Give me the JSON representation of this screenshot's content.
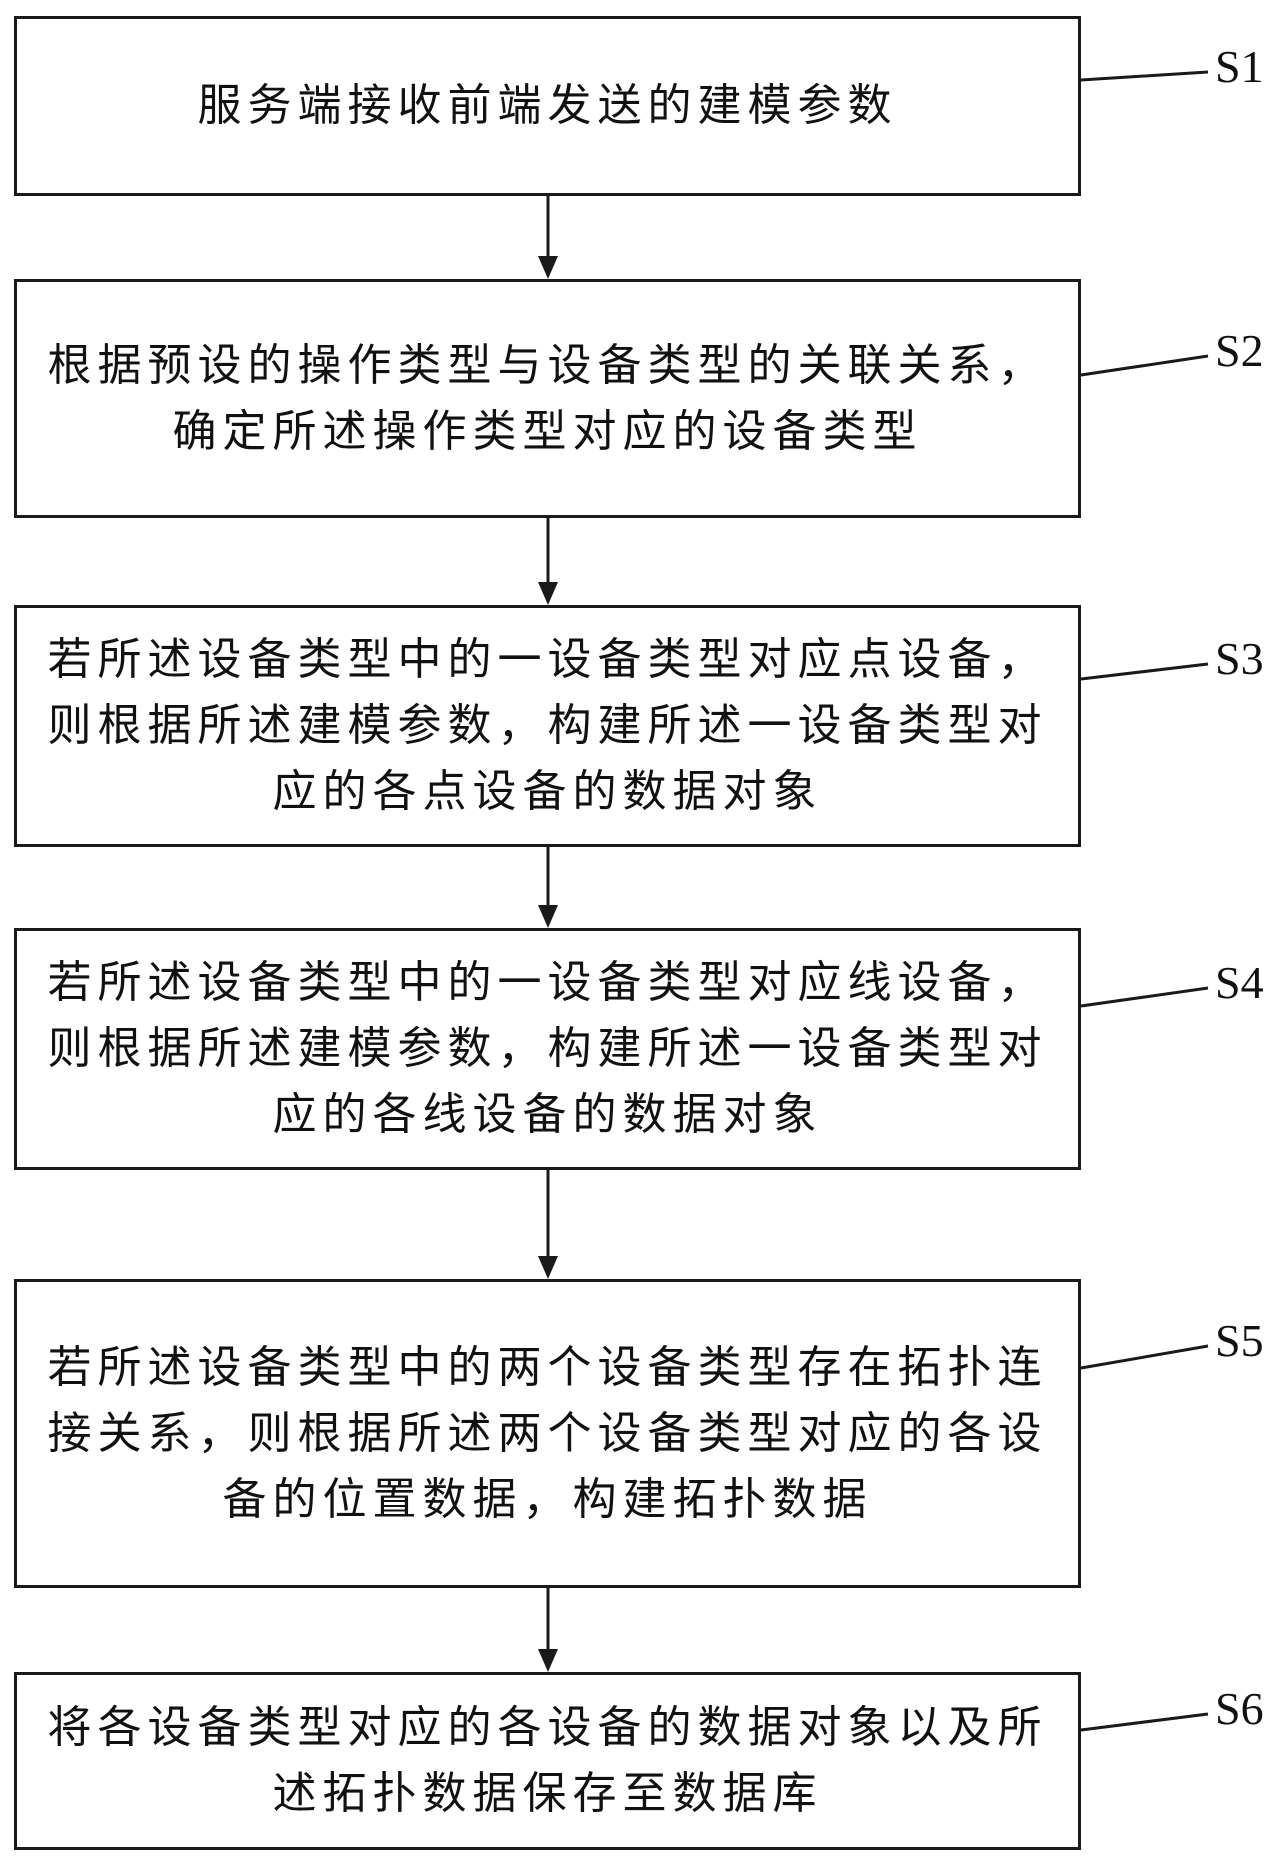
{
  "steps": [
    {
      "id": "S1",
      "text": "服务端接收前端发送的建模参数"
    },
    {
      "id": "S2",
      "text": "根据预设的操作类型与设备类型的关联关系，确定所述操作类型对应的设备类型"
    },
    {
      "id": "S3",
      "text": "若所述设备类型中的一设备类型对应点设备，则根据所述建模参数，构建所述一设备类型对应的各点设备的数据对象"
    },
    {
      "id": "S4",
      "text": "若所述设备类型中的一设备类型对应线设备，则根据所述建模参数，构建所述一设备类型对应的各线设备的数据对象"
    },
    {
      "id": "S5",
      "text": "若所述设备类型中的两个设备类型存在拓扑连接关系，则根据所述两个设备类型对应的各设备的位置数据，构建拓扑数据"
    },
    {
      "id": "S6",
      "text": "将各设备类型对应的各设备的数据对象以及所述拓扑数据保存至数据库"
    }
  ]
}
